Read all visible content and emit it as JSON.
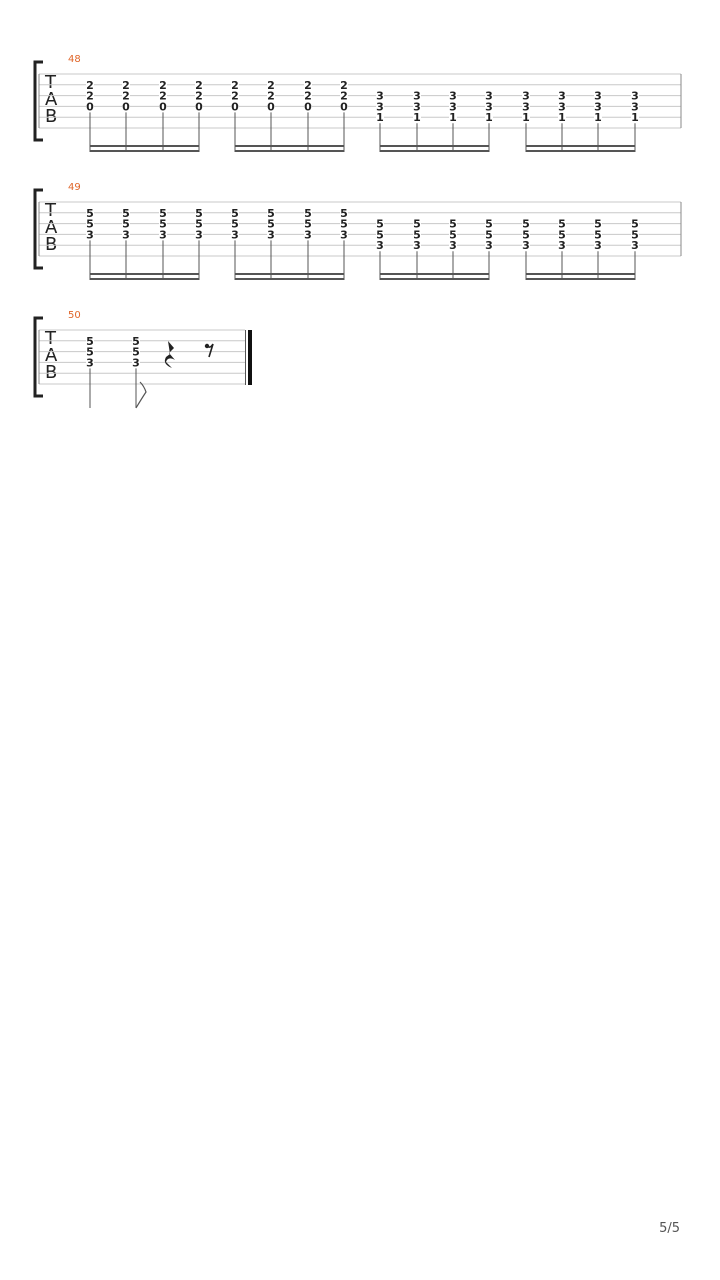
{
  "page_number": "5/5",
  "tab_clef": [
    "T",
    "A",
    "B"
  ],
  "colors": {
    "measure_number": "#e0662a",
    "staff_line": "#c8c8c8",
    "ink": "#222222"
  },
  "systems": [
    {
      "measure": "48",
      "notes": [
        {
          "frets": [
            "2",
            "2",
            "0"
          ],
          "top_string": 1
        },
        {
          "frets": [
            "2",
            "2",
            "0"
          ],
          "top_string": 1
        },
        {
          "frets": [
            "2",
            "2",
            "0"
          ],
          "top_string": 1
        },
        {
          "frets": [
            "2",
            "2",
            "0"
          ],
          "top_string": 1
        },
        {
          "frets": [
            "2",
            "2",
            "0"
          ],
          "top_string": 1
        },
        {
          "frets": [
            "2",
            "2",
            "0"
          ],
          "top_string": 1
        },
        {
          "frets": [
            "2",
            "2",
            "0"
          ],
          "top_string": 1
        },
        {
          "frets": [
            "2",
            "2",
            "0"
          ],
          "top_string": 1
        },
        {
          "frets": [
            "3",
            "3",
            "1"
          ],
          "top_string": 2
        },
        {
          "frets": [
            "3",
            "3",
            "1"
          ],
          "top_string": 2
        },
        {
          "frets": [
            "3",
            "3",
            "1"
          ],
          "top_string": 2
        },
        {
          "frets": [
            "3",
            "3",
            "1"
          ],
          "top_string": 2
        },
        {
          "frets": [
            "3",
            "3",
            "1"
          ],
          "top_string": 2
        },
        {
          "frets": [
            "3",
            "3",
            "1"
          ],
          "top_string": 2
        },
        {
          "frets": [
            "3",
            "3",
            "1"
          ],
          "top_string": 2
        },
        {
          "frets": [
            "3",
            "3",
            "1"
          ],
          "top_string": 2
        }
      ]
    },
    {
      "measure": "49",
      "notes": [
        {
          "frets": [
            "5",
            "5",
            "3"
          ],
          "top_string": 1
        },
        {
          "frets": [
            "5",
            "5",
            "3"
          ],
          "top_string": 1
        },
        {
          "frets": [
            "5",
            "5",
            "3"
          ],
          "top_string": 1
        },
        {
          "frets": [
            "5",
            "5",
            "3"
          ],
          "top_string": 1
        },
        {
          "frets": [
            "5",
            "5",
            "3"
          ],
          "top_string": 1
        },
        {
          "frets": [
            "5",
            "5",
            "3"
          ],
          "top_string": 1
        },
        {
          "frets": [
            "5",
            "5",
            "3"
          ],
          "top_string": 1
        },
        {
          "frets": [
            "5",
            "5",
            "3"
          ],
          "top_string": 1
        },
        {
          "frets": [
            "5",
            "5",
            "3"
          ],
          "top_string": 2
        },
        {
          "frets": [
            "5",
            "5",
            "3"
          ],
          "top_string": 2
        },
        {
          "frets": [
            "5",
            "5",
            "3"
          ],
          "top_string": 2
        },
        {
          "frets": [
            "5",
            "5",
            "3"
          ],
          "top_string": 2
        },
        {
          "frets": [
            "5",
            "5",
            "3"
          ],
          "top_string": 2
        },
        {
          "frets": [
            "5",
            "5",
            "3"
          ],
          "top_string": 2
        },
        {
          "frets": [
            "5",
            "5",
            "3"
          ],
          "top_string": 2
        },
        {
          "frets": [
            "5",
            "5",
            "3"
          ],
          "top_string": 2
        }
      ]
    },
    {
      "measure": "50",
      "notes": [
        {
          "frets": [
            "5",
            "5",
            "3"
          ],
          "top_string": 1,
          "duration": "quarter"
        },
        {
          "frets": [
            "5",
            "5",
            "3"
          ],
          "top_string": 1,
          "duration": "eighth"
        }
      ],
      "rests": [
        "quarter-rest",
        "eighth-rest"
      ],
      "final_barline": true
    }
  ]
}
